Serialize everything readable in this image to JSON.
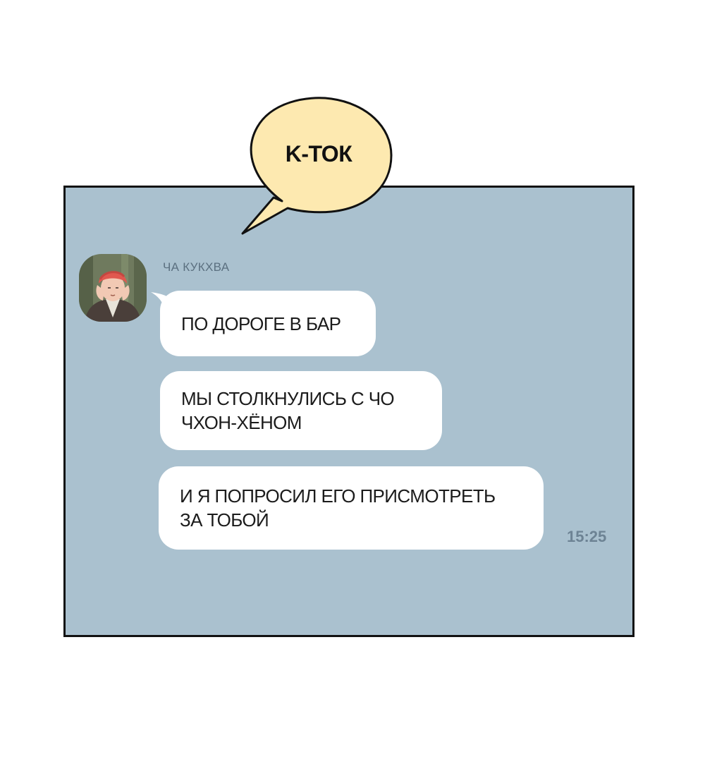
{
  "app": {
    "name": "K-ТОК",
    "bubble_fill": "#fde9b0",
    "panel_bg": "#aac1cf"
  },
  "chat": {
    "sender": {
      "name": "ЧА КУКХВА",
      "avatar_icon": "avatar-portrait-icon"
    },
    "messages": [
      {
        "text": "ПО ДОРОГЕ В БАР"
      },
      {
        "text": "МЫ СТОЛКНУЛИСЬ С ЧО\nЧХОН-ХЁНОМ"
      },
      {
        "text": "И Я ПОПРОСИЛ ЕГО ПРИСМОТРЕТЬ\nЗА ТОБОЙ"
      }
    ],
    "timestamp": "15:25"
  }
}
